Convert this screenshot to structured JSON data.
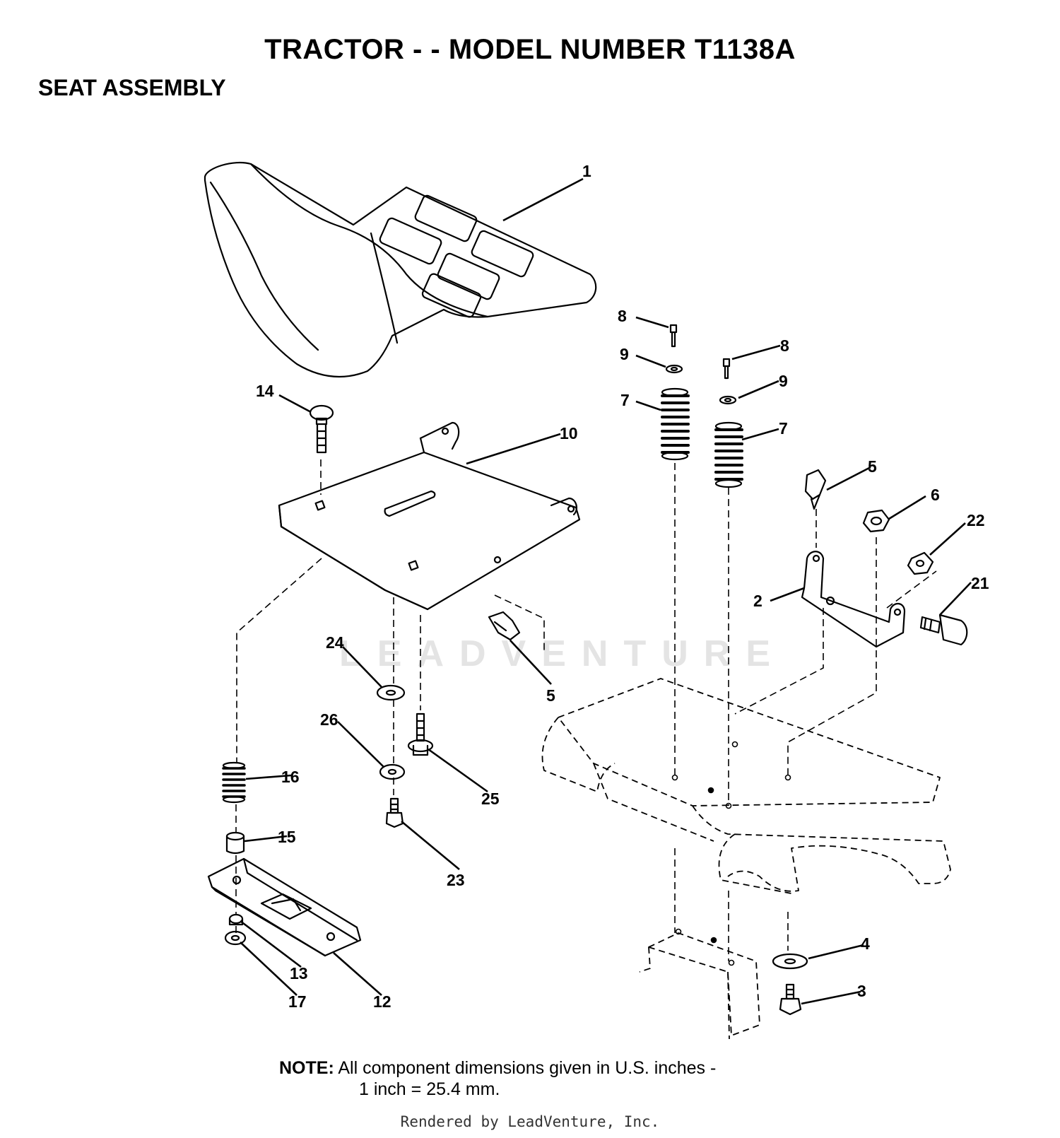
{
  "header": {
    "title": "TRACTOR - - MODEL NUMBER  T1138A",
    "subtitle": "SEAT ASSEMBLY"
  },
  "callouts": [
    "1",
    "2",
    "3",
    "4",
    "5",
    "5",
    "6",
    "7",
    "7",
    "8",
    "8",
    "9",
    "9",
    "10",
    "12",
    "13",
    "14",
    "15",
    "16",
    "17",
    "21",
    "22",
    "23",
    "24",
    "25",
    "26"
  ],
  "note": {
    "label": "NOTE:",
    "line1": " All component dimensions given in U.S. inches -",
    "line2": "1 inch = 25.4 mm."
  },
  "watermark": "LEADVENTURE",
  "footer": "Rendered by LeadVenture, Inc."
}
